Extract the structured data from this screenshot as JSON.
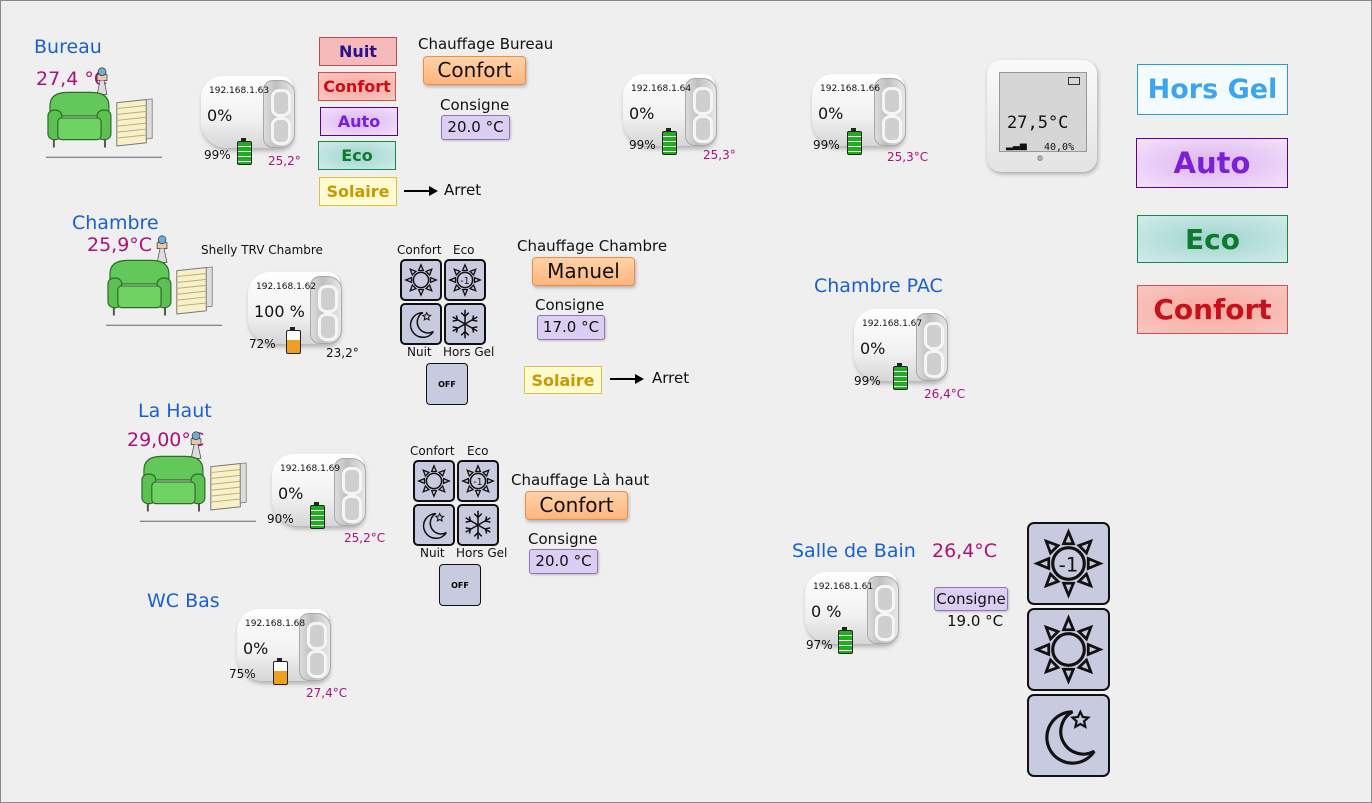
{
  "bureau": {
    "room": "Bureau",
    "temp": "27,4 °C",
    "trv": {
      "ip": "192.168.1.63",
      "pct": "0%",
      "batt": "99%",
      "t": "25,2°"
    },
    "modes": {
      "nuit": "Nuit",
      "confort": "Confort",
      "auto": "Auto",
      "eco": "Eco",
      "solaire": "Solaire"
    },
    "heat_label": "Chauffage Bureau",
    "heat_value": "Confort",
    "consigne_label": "Consigne",
    "consigne_value": "20.0 °C",
    "arrow_label": "Arret"
  },
  "trv64": {
    "ip": "192.168.1.64",
    "pct": "0%",
    "batt": "99%",
    "t": "25,3°"
  },
  "trv66": {
    "ip": "192.168.1.66",
    "pct": "0%",
    "batt": "99%",
    "t": "25,3°C"
  },
  "sensor": {
    "temp": "27,5°C",
    "hum": "40,0%"
  },
  "big_modes": {
    "hors_gel": "Hors Gel",
    "auto": "Auto",
    "eco": "Eco",
    "confort": "Confort"
  },
  "chambre": {
    "room": "Chambre",
    "temp": "25,9°C",
    "device": "Shelly TRV Chambre",
    "trv": {
      "ip": "192.168.1.62",
      "pct": "100 %",
      "batt": "72%",
      "t": "23,2°"
    },
    "icons": {
      "confort": "Confort",
      "eco": "Eco",
      "nuit": "Nuit",
      "hors_gel": "Hors Gel",
      "off": "OFF"
    },
    "heat_label": "Chauffage Chambre",
    "heat_value": "Manuel",
    "consigne_label": "Consigne",
    "consigne_value": "17.0 °C",
    "solaire": "Solaire",
    "arrow_label": "Arret"
  },
  "chambre_pac": {
    "room": "Chambre PAC",
    "trv": {
      "ip": "192.168.1.67",
      "pct": "0%",
      "batt": "99%",
      "t": "26,4°C"
    }
  },
  "lahaut": {
    "room": "La Haut",
    "temp": "29,00°C",
    "trv": {
      "ip": "192.168.1.69",
      "pct": "0%",
      "batt": "90%",
      "t": "25,2°C"
    },
    "icons": {
      "confort": "Confort",
      "eco": "Eco",
      "nuit": "Nuit",
      "hors_gel": "Hors Gel",
      "off": "OFF"
    },
    "heat_label": "Chauffage Là haut",
    "heat_value": "Confort",
    "consigne_label": "Consigne",
    "consigne_value": "20.0 °C"
  },
  "wcbas": {
    "room": "WC Bas",
    "trv": {
      "ip": "192.168.1.68",
      "pct": "0%",
      "batt": "75%",
      "t": "27,4°C"
    }
  },
  "sdb": {
    "room": "Salle de Bain",
    "temp": "26,4°C",
    "trv": {
      "ip": "192.168.1.61",
      "pct": "0 %",
      "batt": "97%"
    },
    "consigne_label": "Consigne",
    "consigne_value": "19.0 °C"
  }
}
